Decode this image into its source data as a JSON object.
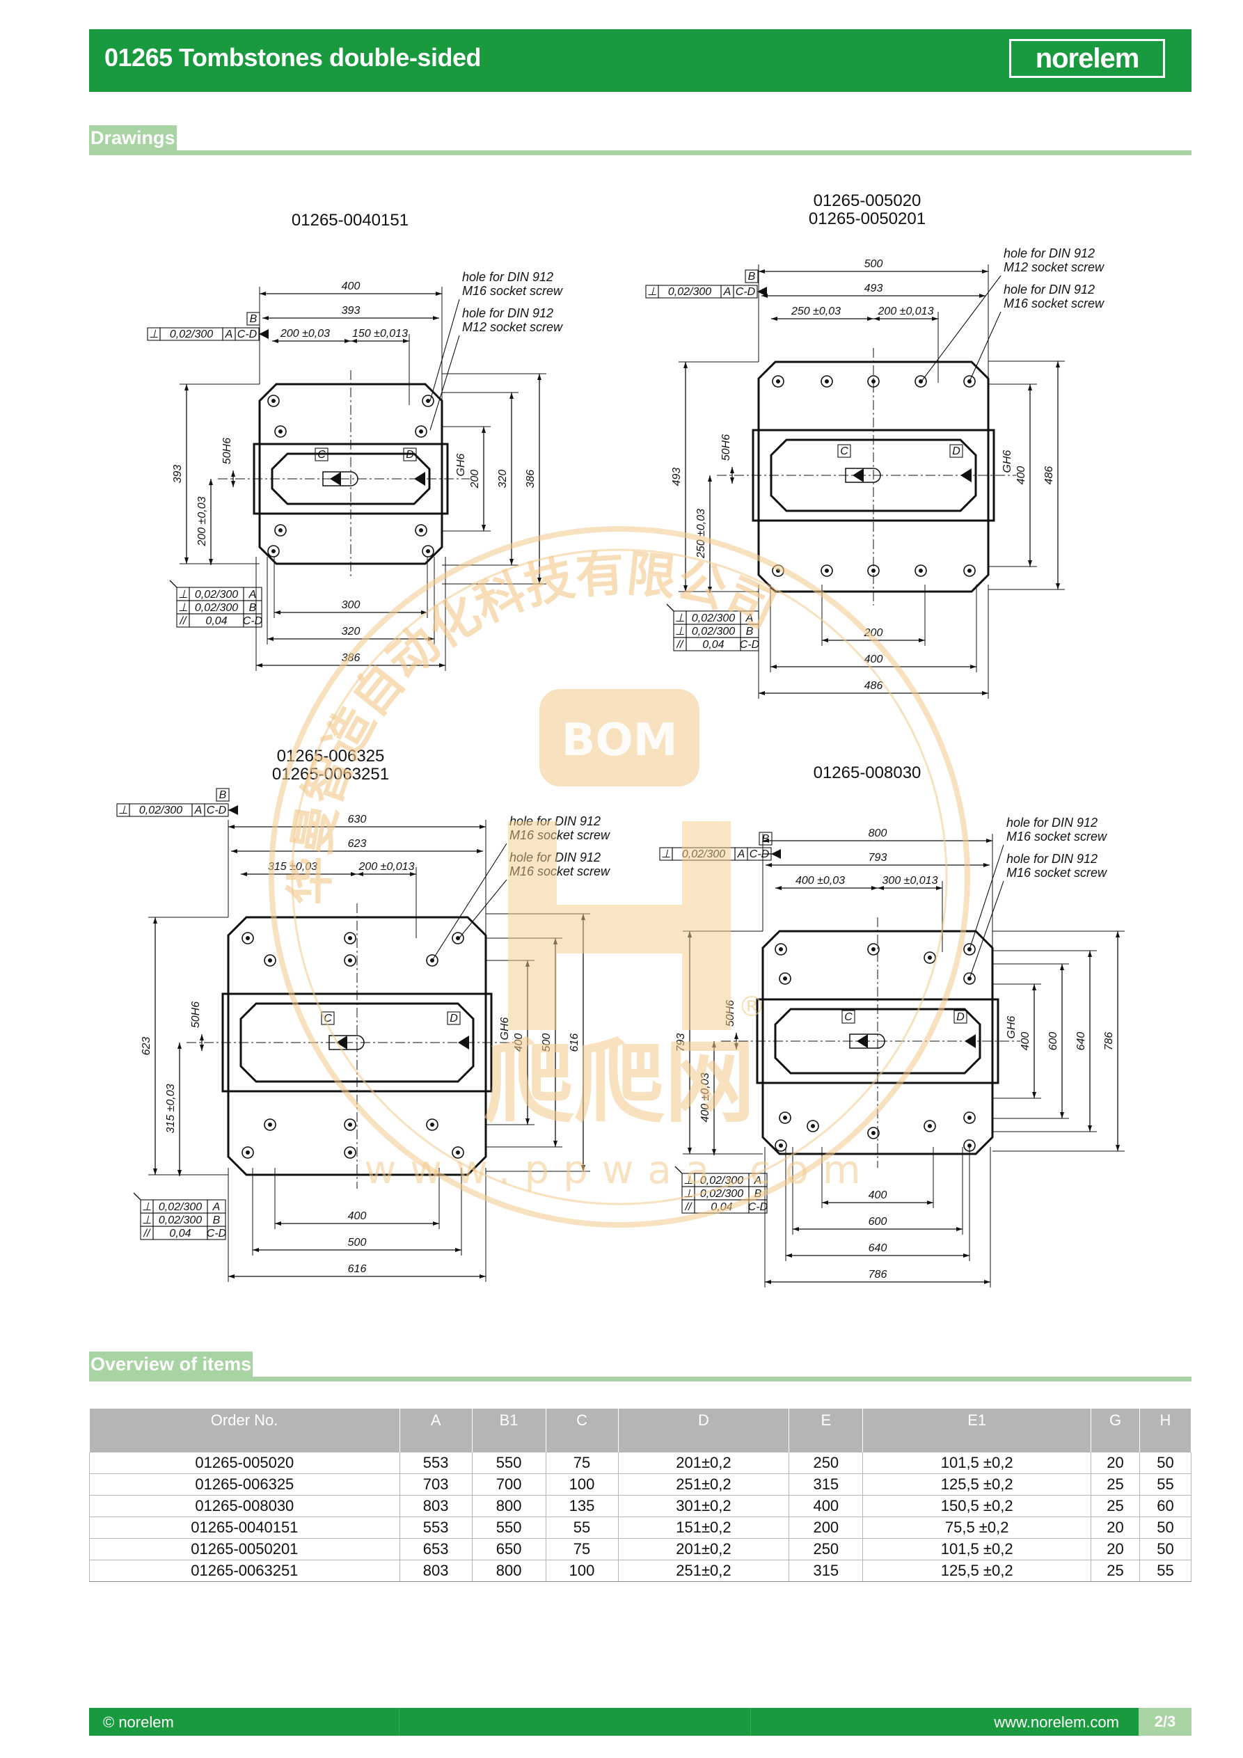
{
  "header": {
    "title": "01265 Tombstones double-sided",
    "logo": "norelem"
  },
  "sections": {
    "drawings": "Drawings",
    "overview": "Overview of items"
  },
  "drawings": {
    "d1": {
      "labels": [
        "01265-0040151"
      ],
      "w_outer": "400",
      "w_inner": "393",
      "dim_a": "200",
      "dim_a_tol": "±0,03",
      "dim_b": "150",
      "dim_b_tol": "±0,013",
      "h_left": "393",
      "h_sub": "200",
      "h_sub_tol": "±0,03",
      "g": "G",
      "g_tol": "H6",
      "s50": "50",
      "s50_tol": "H6",
      "r1": "200",
      "r2": "320",
      "r3": "386",
      "b1": "300",
      "b2": "320",
      "b3": "386",
      "note1": [
        "hole for DIN 912",
        "M16 socket screw"
      ],
      "note2": [
        "hole for DIN 912",
        "M12 socket screw"
      ]
    },
    "d2": {
      "labels": [
        "01265-005020",
        "01265-0050201"
      ],
      "w_outer": "500",
      "w_inner": "493",
      "dim_a": "250",
      "dim_a_tol": "±0,03",
      "dim_b": "200",
      "dim_b_tol": "±0,013",
      "h_left": "493",
      "h_sub": "250",
      "h_sub_tol": "±0,03",
      "g": "G",
      "g_tol": "H6",
      "s50": "50",
      "s50_tol": "H6",
      "r1": "400",
      "r2": "486",
      "b1": "200",
      "b2": "400",
      "b3": "486",
      "note1": [
        "hole for DIN 912",
        "M12 socket screw"
      ],
      "note2": [
        "hole for DIN 912",
        "M16 socket screw"
      ]
    },
    "d3": {
      "labels": [
        "01265-006325",
        "01265-0063251"
      ],
      "w_outer": "630",
      "w_inner": "623",
      "dim_a": "315",
      "dim_a_tol": "±0,03",
      "dim_b": "200",
      "dim_b_tol": "±0,013",
      "h_left": "623",
      "h_sub": "315",
      "h_sub_tol": "±0,03",
      "g": "G",
      "g_tol": "H6",
      "s50": "50",
      "s50_tol": "H6",
      "r1": "400",
      "r2": "500",
      "r3": "616",
      "b1": "400",
      "b2": "500",
      "b3": "616",
      "note1": [
        "hole for DIN 912",
        "M16 socket screw"
      ],
      "note2": [
        "hole for DIN 912",
        "M16 socket screw"
      ]
    },
    "d4": {
      "labels": [
        "01265-008030"
      ],
      "w_outer": "800",
      "w_inner": "793",
      "dim_a": "400",
      "dim_a_tol": "±0,03",
      "dim_b": "300",
      "dim_b_tol": "±0,013",
      "h_left": "793",
      "h_sub": "400",
      "h_sub_tol": "±0,03",
      "g": "G",
      "g_tol": "H6",
      "s50": "50",
      "s50_tol": "H6",
      "r1": "400",
      "r2": "600",
      "r3": "640",
      "r4": "786",
      "b1": "400",
      "b2": "600",
      "b3": "640",
      "b4": "786",
      "note1": [
        "hole for DIN 912",
        "M16 socket screw"
      ],
      "note2": [
        "hole for DIN 912",
        "M16 socket screw"
      ]
    },
    "tolerance_frame_top": [
      "⊥",
      "0,02/300",
      "A",
      "C-D"
    ],
    "datum_b": "B",
    "datum_c": "C",
    "datum_d": "D",
    "tolerance_block": [
      [
        "⊥",
        "0,02/300",
        "A"
      ],
      [
        "⊥",
        "0,02/300",
        "B"
      ],
      [
        "//",
        "0,04",
        "C-D"
      ]
    ]
  },
  "watermark": {
    "circle_text": "华曼智造自动化科技有限公司",
    "center_top": "BOM",
    "center_bottom": "爬爬网",
    "url": "www.ppwaa.com",
    "mark": "®"
  },
  "table": {
    "headers": [
      "Order No.",
      "A",
      "B1",
      "C",
      "D",
      "E",
      "E1",
      "G",
      "H"
    ],
    "rows": [
      [
        "01265-005020",
        "553",
        "550",
        "75",
        "201±0,2",
        "250",
        "101,5 ±0,2",
        "20",
        "50"
      ],
      [
        "01265-006325",
        "703",
        "700",
        "100",
        "251±0,2",
        "315",
        "125,5 ±0,2",
        "25",
        "55"
      ],
      [
        "01265-008030",
        "803",
        "800",
        "135",
        "301±0,2",
        "400",
        "150,5 ±0,2",
        "25",
        "60"
      ],
      [
        "01265-0040151",
        "553",
        "550",
        "55",
        "151±0,2",
        "200",
        "75,5 ±0,2",
        "20",
        "50"
      ],
      [
        "01265-0050201",
        "653",
        "650",
        "75",
        "201±0,2",
        "250",
        "101,5 ±0,2",
        "20",
        "50"
      ],
      [
        "01265-0063251",
        "803",
        "800",
        "100",
        "251±0,2",
        "315",
        "125,5 ±0,2",
        "25",
        "55"
      ]
    ]
  },
  "footer": {
    "copyright": "© norelem",
    "url": "www.norelem.com",
    "page": "2/3"
  },
  "colors": {
    "brand_green": "#1a9a3f",
    "light_green": "#a8d3a2",
    "table_header": "#b5b5b5",
    "watermark": "#f3c98a"
  }
}
